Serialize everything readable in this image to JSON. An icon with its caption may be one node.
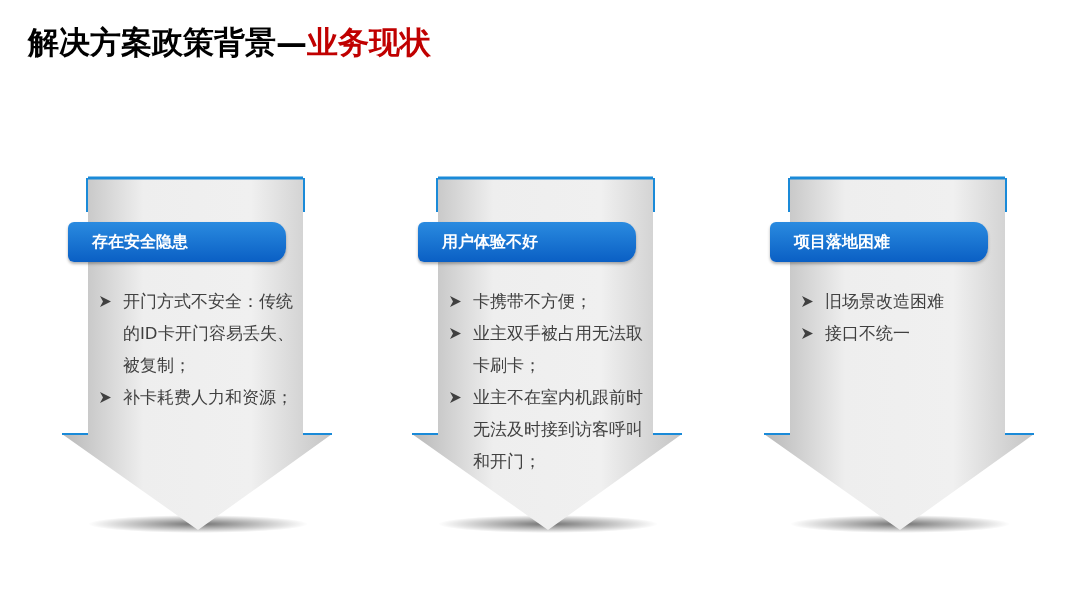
{
  "diagram": {
    "title": "解决方案政策背景—",
    "nodes": [
      {
        "text": [
          "存在安全隐患",
          "开门方式不安全：传统的ID卡开门容易丢失、被复制；",
          "补卡耗费人力和资源；"
        ]
      },
      {
        "text": [
          "用户体验不好",
          "卡携带不方便；",
          "业主双手被占用无法取卡刷卡；",
          "业主不在室内机跟前时无法及时接到访客呼叫和开门；"
        ]
      },
      {
        "text": [
          "项目落地困难",
          "旧场景改造困难",
          "接口不统一"
        ]
      }
    ],
    "labels": [
      "业务现状"
    ]
  }
}
